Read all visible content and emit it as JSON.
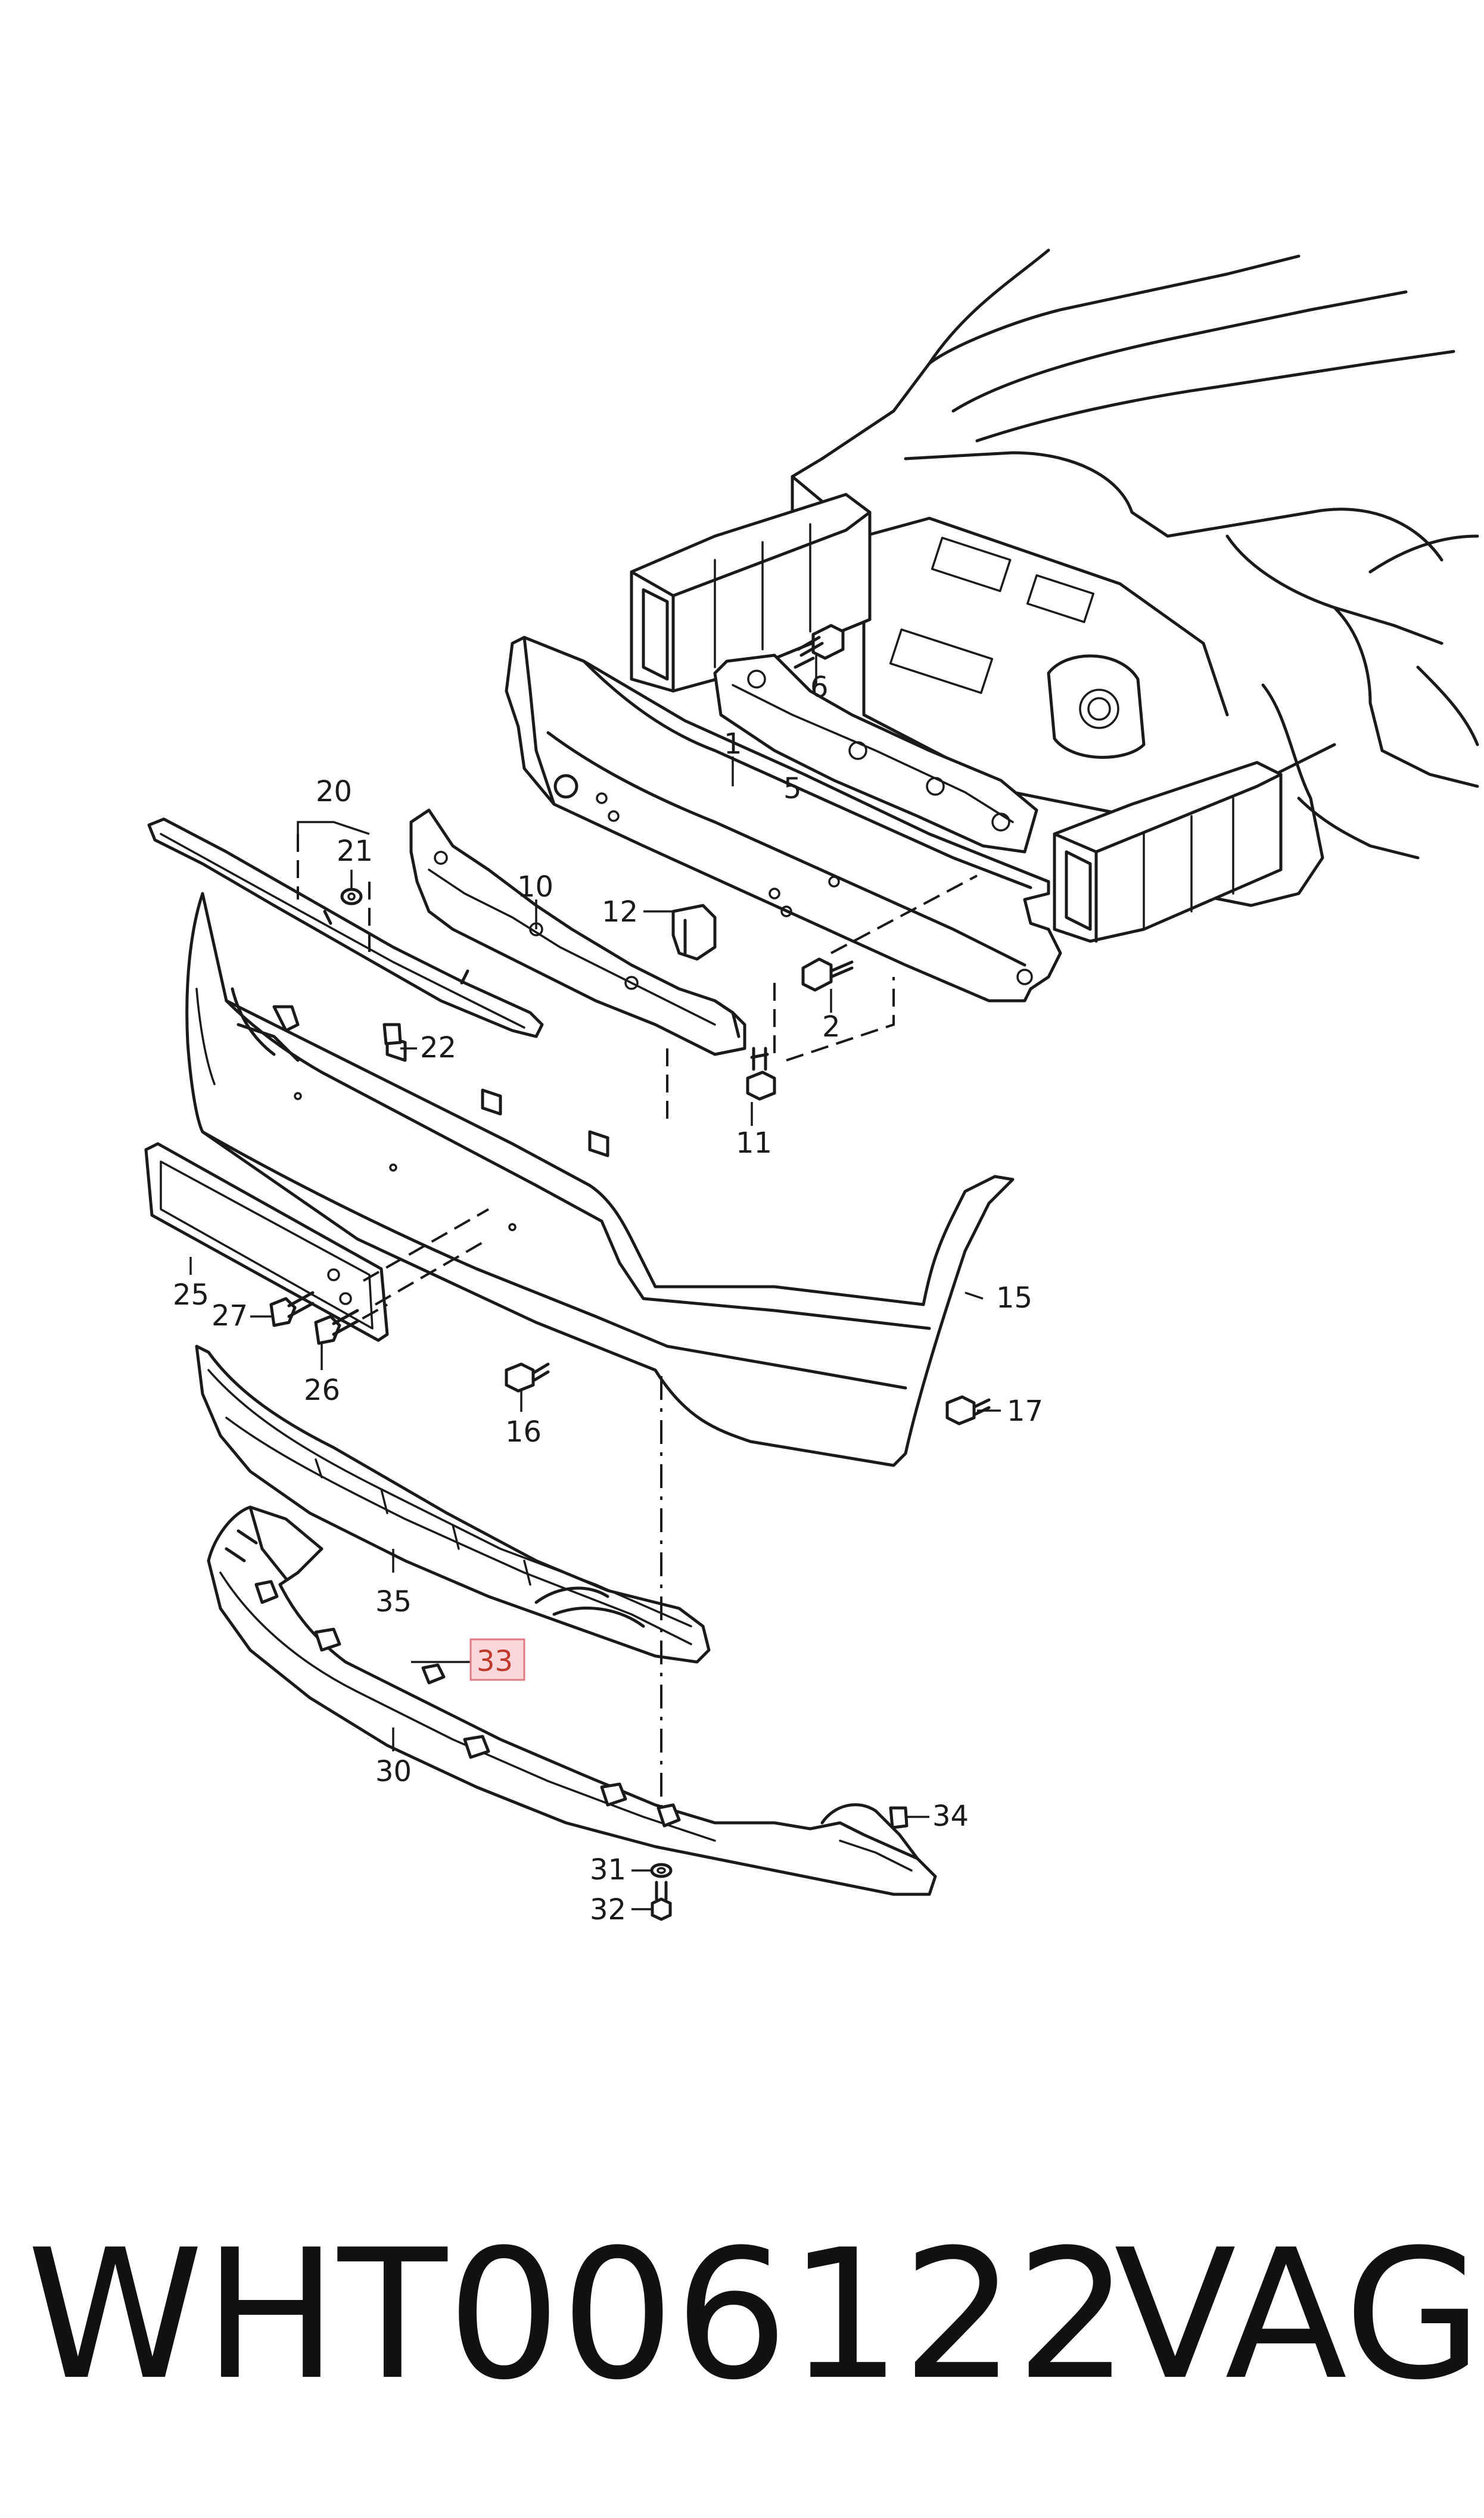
{
  "callouts": {
    "c1": "1",
    "c2": "2",
    "c5": "5",
    "c6": "6",
    "c10": "10",
    "c11": "11",
    "c12": "12",
    "c15": "15",
    "c16": "16",
    "c17": "17",
    "c20": "20",
    "c21": "21",
    "c22": "22",
    "c25": "25",
    "c26": "26",
    "c27": "27",
    "c30": "30",
    "c31": "31",
    "c32": "32",
    "c33": "33",
    "c34": "34",
    "c35": "35"
  },
  "highlight": {
    "callout": "33",
    "fill": "#f9d7da",
    "stroke": "#e07a85",
    "text": "#c0392b"
  },
  "footer": {
    "part_number": "WHT006122",
    "brand": "VAG"
  }
}
